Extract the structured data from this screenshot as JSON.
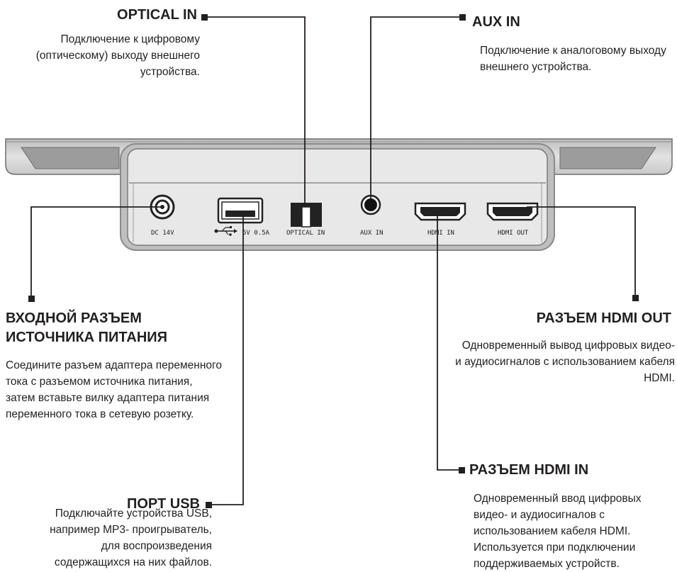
{
  "callouts": {
    "optical": {
      "title": "OPTICAL IN",
      "desc": "Подключение к цифровому (оптическому) выходу внешнего устройства."
    },
    "aux": {
      "title": "AUX IN",
      "desc": "Подключение к аналоговому выходу внешнего устройства."
    },
    "power": {
      "title_line1": "ВХОДНОЙ РАЗЪЕМ",
      "title_line2": "ИСТОЧНИКА ПИТАНИЯ",
      "desc": "Соедините разъем адаптера переменного тока с разъемом источника питания, затем вставьте вилку адаптера питания переменного тока в сетевую розетку."
    },
    "usb": {
      "title": "ПОРТ USB",
      "desc": "Подключайте устройства USB, например MP3- проигрыватель, для воспроизведения содержащихся на них файлов."
    },
    "hdmi_out": {
      "title": "РАЗЪЕМ HDMI OUT",
      "desc": "Одновременный вывод цифровых видео- и аудиосигналов с использованием кабеля HDMI."
    },
    "hdmi_in": {
      "title": "РАЗЪЕМ HDMI IN",
      "desc": "Одновременный ввод цифровых видео- и аудиосигналов с использованием кабеля HDMI. Используется при подключении поддерживаемых устройств."
    }
  },
  "panel_labels": {
    "dc": "DC 14V",
    "usb": "5V 0.5A",
    "optical": "OPTICAL IN",
    "aux": "AUX IN",
    "hdmi_in": "HDMI IN",
    "hdmi_out": "HDMI OUT"
  },
  "colors": {
    "text": "#231f20",
    "line": "#231f20",
    "device_body": "#d4d4d4",
    "panel_face": "#e6e6e6"
  }
}
